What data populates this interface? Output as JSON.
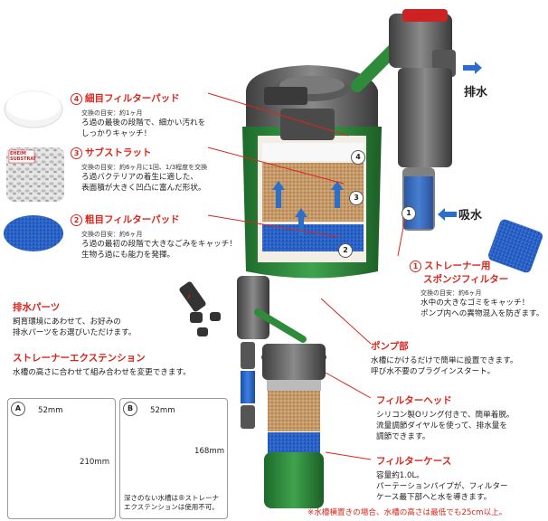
{
  "filter_items": {
    "fine_pad": {
      "num": "4",
      "title": "細目フィルターパッド",
      "interval": "交換の目安：約1ヶ月",
      "desc": [
        "ろ過の最後の段階で、細かい汚れを",
        "しっかりキャッチ！"
      ]
    },
    "substrat": {
      "num": "3",
      "title": "サブストラット",
      "interval": "交換の目安：約6ヶ月に1回、1/3程度を交換",
      "desc": [
        "ろ過バクテリアの着生に適した、",
        "表面積が大きく凹凸に富んだ形状。"
      ],
      "logo_text": [
        "EHEIM",
        "SUBSTRAT"
      ]
    },
    "coarse_pad": {
      "num": "2",
      "title": "粗目フィルターパッド",
      "interval": "交換の目安：約6ヶ月",
      "desc": [
        "ろ過の最初の段階で大きなごみをキャッチ！",
        "生物ろ過にも能力を発揮。"
      ]
    },
    "sponge": {
      "num": "1",
      "title": "ストレーナー用",
      "title2": "スポンジフィルター",
      "interval": "交換の目安：約6ヶ月",
      "desc": [
        "水中の大きなゴミをキャッチ！",
        "ポンプ内への異物混入を防ぎます。"
      ]
    }
  },
  "flow": {
    "out": "排水",
    "in": "吸水"
  },
  "inside_numbers": [
    "4",
    "3",
    "2",
    "1"
  ],
  "parts": {
    "drain": {
      "title": "排水パーツ",
      "desc": [
        "飼育環境にあわせて、お好みの",
        "排水パーツをお選びいただけます。"
      ]
    },
    "strainer_ext": {
      "title": "ストレーナーエクステンション",
      "desc": [
        "水槽の高さに合わせて組み合わせを変更できます。"
      ]
    },
    "pump": {
      "title": "ポンプ部",
      "desc": [
        "水槽にかけるだけで簡単に設置できます。",
        "呼び水不要のプラグインスタート。"
      ]
    },
    "head": {
      "title": "フィルターヘッド",
      "desc": [
        "シリコン製Oリング付きで、簡単着脱。",
        "流量調節ダイヤルを使って、排水量を",
        "調節できます。"
      ]
    },
    "case": {
      "title": "フィルターケース",
      "desc": [
        "容量約1.0L。",
        "パーテーションパイプが、フィルター",
        "ケース最下部へと水を導きます。"
      ]
    }
  },
  "size_boxes": {
    "a": {
      "label": "A",
      "width": "52mm",
      "height": "210mm"
    },
    "b": {
      "label": "B",
      "width": "52mm",
      "height": "168mm",
      "note": [
        "深さのない水槽は®ストレーナ",
        "エクステンションは使用不可。"
      ]
    }
  },
  "footnote": "※水槽横置きの場合、水槽の高さは最低でも25cm以上。",
  "colors": {
    "accent": "#d9261c",
    "green": "#2e8b3a",
    "blue": "#1f5fc4",
    "gray": "#5a5a5a"
  }
}
